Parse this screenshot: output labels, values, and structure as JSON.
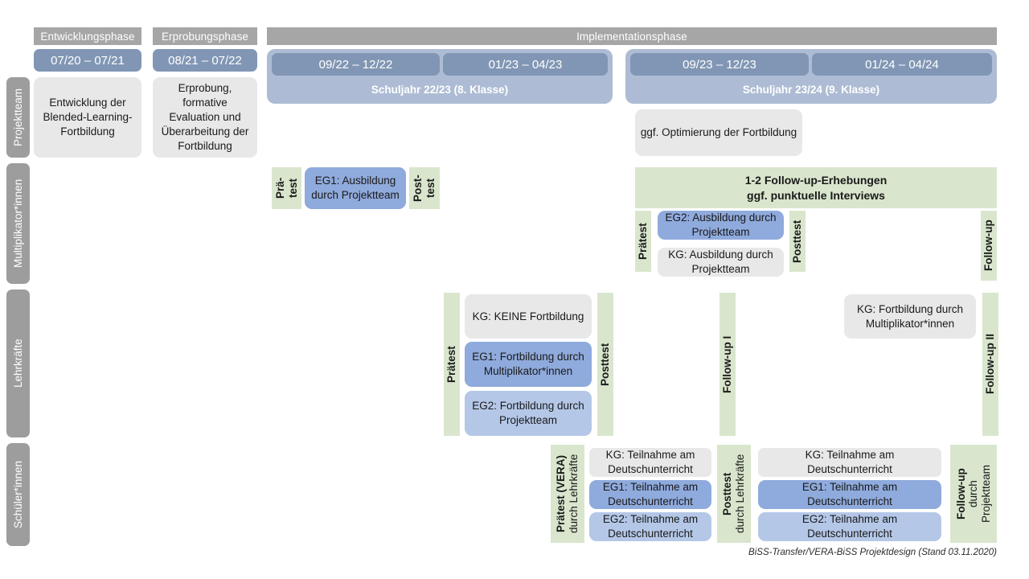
{
  "title": "BiSS-Transfer/VERA-BiSS Projektdesign",
  "colors": {
    "phase_header": "#a6a6a6",
    "date_pill": "#8096b4",
    "school_year": "#adbcd4",
    "sidebar": "#9d9d9d",
    "grey_box": "#e8e8e8",
    "blue_dark": "#8faadc",
    "blue_light": "#b4c7e7",
    "green_bar": "#d9e6cd"
  },
  "phases": [
    {
      "label": "Entwicklungsphase"
    },
    {
      "label": "Erprobungsphase"
    },
    {
      "label": "Implementationsphase"
    }
  ],
  "dates": [
    {
      "label": "07/20 – 07/21"
    },
    {
      "label": "08/21 – 07/22"
    },
    {
      "label": "09/22 – 12/22"
    },
    {
      "label": "01/23 – 04/23"
    },
    {
      "label": "09/23 – 12/23"
    },
    {
      "label": "01/24 – 04/24"
    }
  ],
  "school_years": [
    {
      "label": "Schuljahr 22/23 (8. Klasse)"
    },
    {
      "label": "Schuljahr 23/24 (9. Klasse)"
    }
  ],
  "sidebar": {
    "items": [
      {
        "label": "Projektteam"
      },
      {
        "label": "Multiplikator*innen"
      },
      {
        "label": "Lehrkräfte"
      },
      {
        "label": "Schüler*innen"
      }
    ]
  },
  "rows": {
    "projektteam": {
      "boxes": [
        {
          "text": "Entwicklung der Blended-Learning-Fortbildung"
        },
        {
          "text": "Erprobung, formative Evaluation und Überarbeitung der Fortbildung"
        },
        {
          "text": "ggf. Optimierung der Fortbildung"
        }
      ]
    },
    "multiplikatoren": {
      "banner": "1-2 Follow-up-Erhebungen\nggf. punktuelle Interviews",
      "banner_line1": "1-2 Follow-up-Erhebungen",
      "banner_line2": "ggf. punktuelle Interviews",
      "pretest_left_l1": "Prä-",
      "pretest_left_l2": "test",
      "posttest_left_l1": "Post-",
      "posttest_left_l2": "test",
      "eg1_box": "EG1: Ausbildung durch Projektteam",
      "pretest_right": "Prätest",
      "posttest_right": "Posttest",
      "followup_right": "Follow-up",
      "eg2_box": "EG2: Ausbildung durch Projektteam",
      "kg_box": "KG: Ausbildung durch Projektteam"
    },
    "lehrkraefte": {
      "pretest": "Prätest",
      "posttest": "Posttest",
      "followup_1": "Follow-up I",
      "followup_2": "Follow-up II",
      "kg_box": "KG:  KEINE Fortbildung",
      "eg1_box": "EG1: Fortbildung durch Multiplikator*innen",
      "eg2_box": "EG2: Fortbildung durch Projektteam",
      "kg_box_right": "KG: Fortbildung durch Multiplikator*innen"
    },
    "schueler": {
      "pretest_bold": "Prätest (VERA)",
      "pretest_reg": "durch Lehrkräfte",
      "posttest_bold": "Posttest",
      "posttest_reg": "durch Lehrkräfte",
      "followup_bold": "Follow-up",
      "followup_reg1": "durch",
      "followup_reg2": "Projektteam",
      "left_boxes": [
        {
          "text": "KG: Teilnahme am Deutschunterricht"
        },
        {
          "text": "EG1: Teilnahme am Deutschunterricht"
        },
        {
          "text": "EG2: Teilnahme am Deutschunterricht"
        }
      ],
      "right_boxes": [
        {
          "text": "KG: Teilnahme am Deutschunterricht"
        },
        {
          "text": "EG1: Teilnahme am Deutschunterricht"
        },
        {
          "text": "EG2: Teilnahme am Deutschunterricht"
        }
      ]
    }
  },
  "footer": {
    "note": "BiSS-Transfer/VERA-BiSS Projektdesign (Stand 03.11.2020)"
  }
}
